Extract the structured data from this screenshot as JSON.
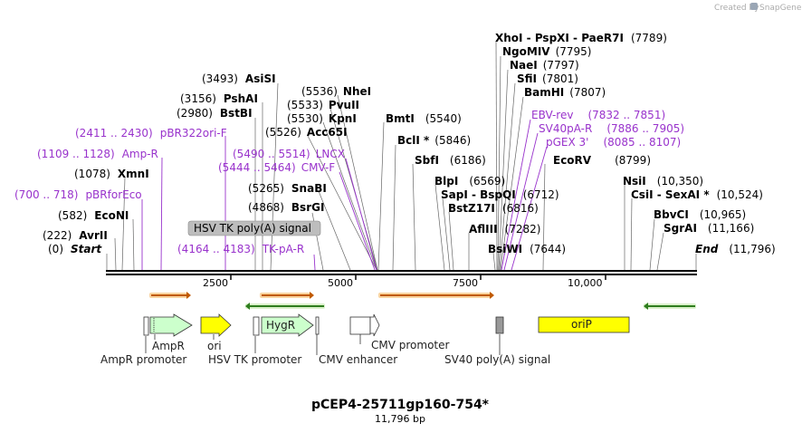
{
  "title": "pCEP4-25711gp160-754*",
  "subtitle": "11,796 bp",
  "credit": "Created by",
  "brand": "SnapGene",
  "ruler": {
    "ticks": [
      "2500",
      "5000",
      "7500",
      "10,000"
    ]
  },
  "sites": [
    {
      "pos": "(7789)",
      "name": "XhoI  -  PspXI  -  PaeR7I"
    },
    {
      "pos": "(7795)",
      "name": "NgoMIV"
    },
    {
      "pos": "(7797)",
      "name": "NaeI"
    },
    {
      "pos": "(7801)",
      "name": "SfiI"
    },
    {
      "pos": "(7807)",
      "name": "BamHI"
    },
    {
      "pos": "(3493)",
      "name": "AsiSI"
    },
    {
      "pos": "(3156)",
      "name": "PshAI"
    },
    {
      "pos": "(2980)",
      "name": "BstBI"
    },
    {
      "pos": "(5536)",
      "name": "NheI"
    },
    {
      "pos": "(5533)",
      "name": "PvuII"
    },
    {
      "pos": "(5530)",
      "name": "KpnI"
    },
    {
      "pos": "(5526)",
      "name": "Acc65I"
    },
    {
      "pos": "(5540)",
      "name": "BmtI"
    },
    {
      "pos": "(5846)",
      "name": "BclI *"
    },
    {
      "pos": "(6186)",
      "name": "SbfI"
    },
    {
      "pos": "(1078)",
      "name": "XmnI"
    },
    {
      "pos": "(582)",
      "name": "EcoNI"
    },
    {
      "pos": "(222)",
      "name": "AvrII"
    },
    {
      "pos": "(0)",
      "name": "Start"
    },
    {
      "pos": "(5265)",
      "name": "SnaBI"
    },
    {
      "pos": "(4868)",
      "name": "BsrGI"
    },
    {
      "pos": "(6569)",
      "name": "BlpI"
    },
    {
      "pos": "(6712)",
      "name": "SapI  -  BspQI"
    },
    {
      "pos": "(6816)",
      "name": "BstZ17I"
    },
    {
      "pos": "(7282)",
      "name": "AflIII"
    },
    {
      "pos": "(7644)",
      "name": "BsiWI"
    },
    {
      "pos": "(8799)",
      "name": "EcoRV"
    },
    {
      "pos": "(10,350)",
      "name": "NsiI"
    },
    {
      "pos": "(10,524)",
      "name": "CsiI  -  SexAI *"
    },
    {
      "pos": "(10,965)",
      "name": "BbvCI"
    },
    {
      "pos": "(11,166)",
      "name": "SgrAI"
    },
    {
      "pos": "(11,796)",
      "name": "End"
    }
  ],
  "primers": [
    {
      "name": "EBV-rev",
      "pos": "(7832 .. 7851)"
    },
    {
      "name": "SV40pA-R",
      "pos": "(7886 .. 7905)"
    },
    {
      "name": "pGEX 3'",
      "pos": "(8085 .. 8107)"
    },
    {
      "name": "pBR322ori-F",
      "pos": "(2411 .. 2430)"
    },
    {
      "name": "Amp-R",
      "pos": "(1109 .. 1128)"
    },
    {
      "name": "LNCX",
      "pos": "(5490 .. 5514)"
    },
    {
      "name": "CMV-F",
      "pos": "(5444 .. 5464)"
    },
    {
      "name": "pBRforEco",
      "pos": "(700 .. 718)"
    },
    {
      "name": "TK-pA-R",
      "pos": "(4164 .. 4183)"
    }
  ],
  "boxed_feature": "HSV TK poly(A) signal",
  "features": [
    {
      "label": "AmpR"
    },
    {
      "label": "AmpR promoter"
    },
    {
      "label": "ori"
    },
    {
      "label": "HygR"
    },
    {
      "label": "HSV TK promoter"
    },
    {
      "label": "CMV enhancer"
    },
    {
      "label": "CMV promoter"
    },
    {
      "label": "SV40 poly(A) signal"
    },
    {
      "label": "oriP"
    }
  ],
  "colors": {
    "primer": "#9933cc",
    "orf_arrow": "#e07a1a",
    "orf_arrow_green": "#2e7d1e",
    "ampr": "#ccffcc",
    "ori": "#ffff00",
    "oripbox": "#ffff00",
    "sv40": "#999999",
    "backbone": "#000000"
  }
}
